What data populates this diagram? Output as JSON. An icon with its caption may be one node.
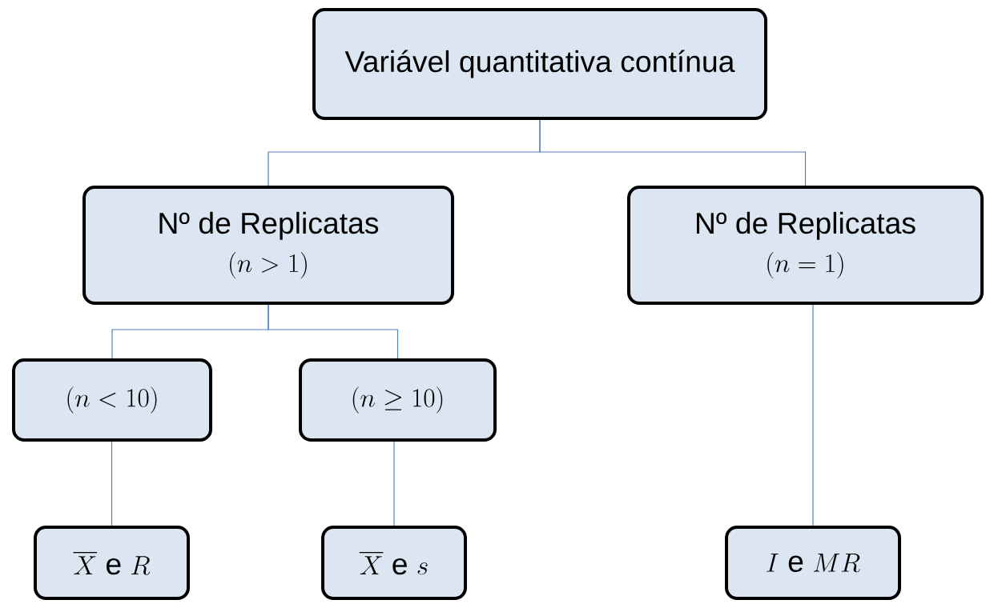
{
  "diagram": {
    "nodes": [
      {
        "text": [
          "Variável quantitativa contínua"
        ]
      },
      {
        "text": [
          "Nº de Replicatas",
          "(n > 1)"
        ]
      },
      {
        "text": [
          "Nº de Replicatas",
          "(n = 1)"
        ]
      },
      {
        "text": [
          "(n < 10)"
        ]
      },
      {
        "text": [
          "(n \\geq 10)"
        ]
      },
      {
        "text": [
          "\\overline{X}\\text{ e }R"
        ]
      },
      {
        "text": [
          "\\overline{X}\\text{ e }s"
        ]
      },
      {
        "text": [
          "I\\text{ e }MR"
        ]
      }
    ],
    "edges": [
      {
        "from": 0,
        "to": 1,
        "arrow": "none"
      },
      {
        "from": 0,
        "to": 2,
        "arrow": "none"
      },
      {
        "from": 1,
        "to": 3,
        "arrow": "none"
      },
      {
        "from": 1,
        "to": 4,
        "arrow": "none"
      },
      {
        "from": 3,
        "to": 5,
        "arrow": "none"
      },
      {
        "from": 4,
        "to": 6,
        "arrow": "none"
      },
      {
        "from": 2,
        "to": 7,
        "arrow": "none"
      }
    ]
  }
}
